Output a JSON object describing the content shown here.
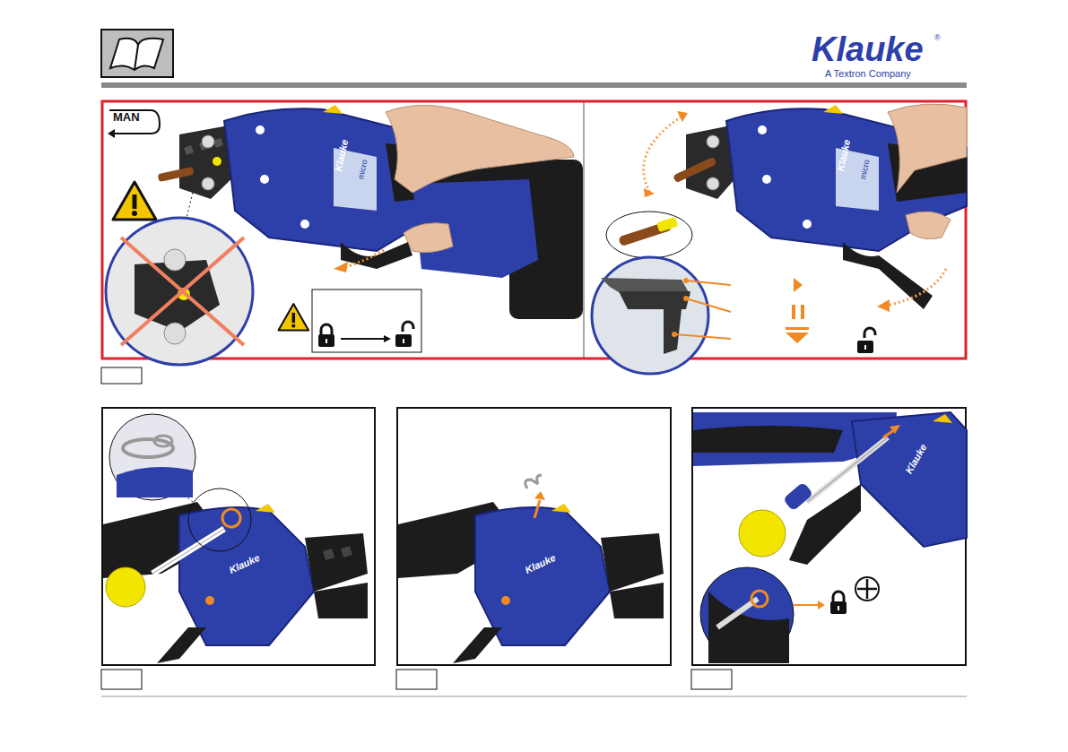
{
  "diagram": {
    "nodes": [
      {
        "text": [
          "MAN"
        ]
      }
    ],
    "labels": [
      "Klauke",
      "®",
      "A Textron Company",
      "Klauke",
      "micro",
      "Klauke",
      "micro",
      "Klauke",
      "Klauke",
      "Klauke"
    ]
  }
}
